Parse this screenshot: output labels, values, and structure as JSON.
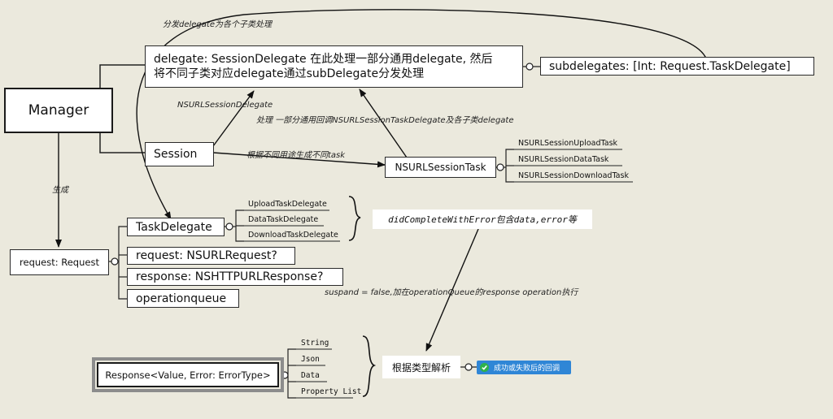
{
  "nodes": {
    "manager": "Manager",
    "delegate_line1": "delegate: SessionDelegate   在此处理一部分通用delegate, 然后",
    "delegate_line2": "将不同子类对应delegate通过subDelegate分发处理",
    "subdelegates": "subdelegates: [Int: Request.TaskDelegate]",
    "session": "Session",
    "nsurlsessiontask": "NSURLSessionTask",
    "request": "request: Request",
    "taskdelegate": "TaskDelegate",
    "nsurlrequest": "request: NSURLRequest?",
    "nshttpresponse": "response: NSHTTPURLResponse?",
    "operationqueue": "operationqueue",
    "didcomplete": "didCompleteWithError包含data,error等",
    "response": "Response<Value, Error: ErrorType>",
    "parse": "根据类型解析"
  },
  "task_subclasses": [
    "NSURLSessionUploadTask",
    "NSURLSessionDataTask",
    "NSURLSessionDownloadTask"
  ],
  "delegate_subclasses": [
    "UploadTaskDelegate",
    "DataTaskDelegate",
    "DownloadTaskDelegate"
  ],
  "response_types": [
    "String",
    "Json",
    "Data",
    "Property List"
  ],
  "labels": {
    "dispatch": "分发delegate为各个子类处理",
    "nsurlsessiondelegate": "NSURLSessionDelegate",
    "handle_common": "处理 一部分通用回调NSURLSessionTaskDelegate及各子类delegate",
    "by_purpose": "根据不同用途生成不同task",
    "generate": "生成",
    "suspend": "suspand = false,加在operationQueue的response  operation执行"
  },
  "badge": {
    "icon": "check-icon",
    "text": "成功或失败后的回调",
    "color": "#2f86d6",
    "icon_color": "#2fb24a"
  }
}
